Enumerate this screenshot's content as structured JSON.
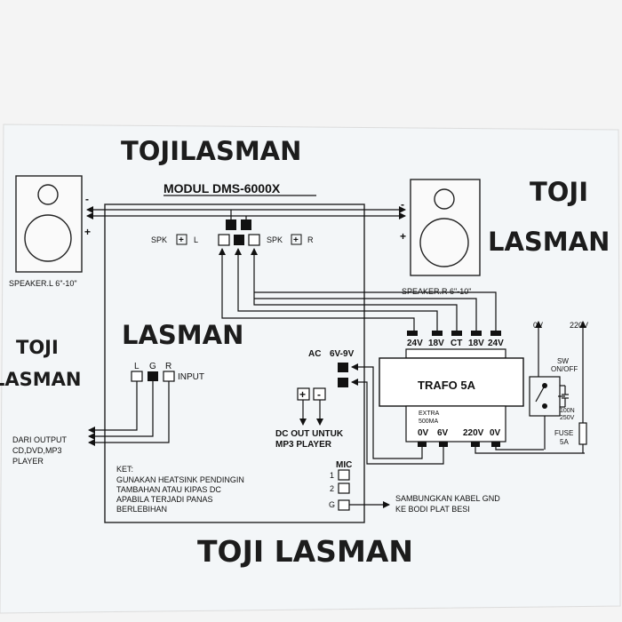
{
  "watermarks": {
    "top": "TOJILASMAN",
    "right_1": "TOJI",
    "right_2": "LASMAN",
    "mid": "LASMAN",
    "left_1": "TOJI",
    "left_2": "LASMAN",
    "bottom": "TOJI LASMAN"
  },
  "module_title": "MODUL DMS-6000X",
  "speaker_left": {
    "label": "SPEAKER.L 6\"-10\"",
    "minus": "-",
    "plus": "+"
  },
  "speaker_right": {
    "label": "SPEAKER.R 6\"-10\"",
    "minus": "-",
    "plus": "+"
  },
  "spk_left": {
    "label": "SPK",
    "plus": "+",
    "side": "L"
  },
  "spk_right": {
    "label": "SPK",
    "plus": "+",
    "side": "R"
  },
  "input": {
    "l": "L",
    "g": "G",
    "r": "R",
    "label": "INPUT"
  },
  "source": {
    "line1": "DARI OUTPUT",
    "line2": "CD,DVD,MP3",
    "line3": "PLAYER"
  },
  "ac": {
    "label": "AC",
    "voltage": "6V-9V"
  },
  "dc_out": {
    "plus": "+",
    "minus": "-",
    "line1": "DC OUT UNTUK",
    "line2": "MP3 PLAYER"
  },
  "trafo": {
    "name": "TRAFO 5A",
    "taps": [
      "24V",
      "18V",
      "CT",
      "18V",
      "24V"
    ],
    "extra_line1": "EXTRA",
    "extra_line2": "500MA",
    "out_0v": "0V",
    "out_6v": "6V",
    "in_220v": "220V",
    "in_0v": "0V"
  },
  "mains": {
    "label_0v": "0V",
    "label_220v": "220V",
    "sw_line1": "SW",
    "sw_line2": "ON/OFF",
    "cap_line1": "100N",
    "cap_line2": "250V",
    "fuse_line1": "FUSE",
    "fuse_line2": "5A"
  },
  "note": {
    "title": "KET:",
    "line1": "GUNAKAN HEATSINK PENDINGIN",
    "line2": "TAMBAHAN ATAU KIPAS DC",
    "line3": "APABILA TERJADI PANAS",
    "line4": "BERLEBIHAN"
  },
  "mic": {
    "label": "MIC",
    "pin1": "1",
    "pin2": "2",
    "pin_g": "G"
  },
  "gnd_note": {
    "line1": "SAMBUNGKAN KABEL GND",
    "line2": "KE BODI PLAT BESI"
  }
}
